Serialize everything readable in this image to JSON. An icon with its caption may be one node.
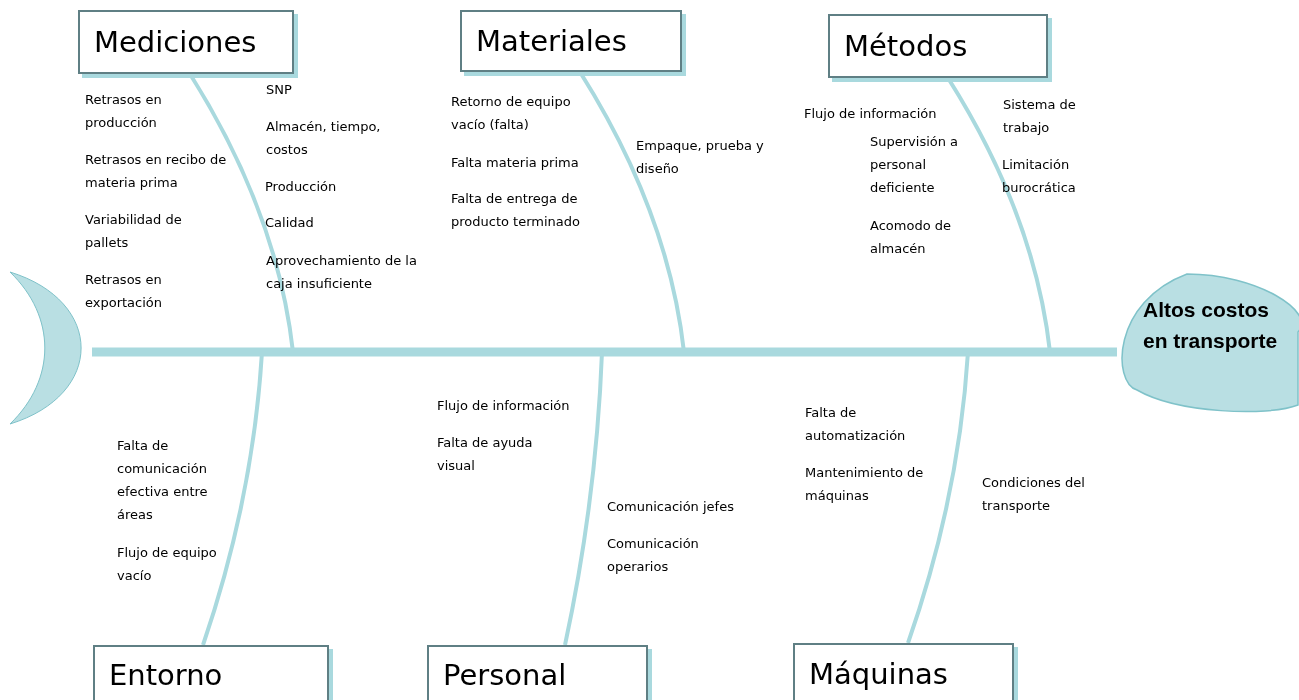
{
  "diagram": {
    "nodes": [
      {
        "text": [
          "Mediciones"
        ]
      },
      {
        "text": [
          "Materiales"
        ]
      },
      {
        "text": [
          "Métodos"
        ]
      },
      {
        "text": [],
        "shape": "crescent"
      },
      {
        "text": [
          "Altos costos en transporte"
        ]
      },
      {
        "text": [
          "Entorno"
        ]
      },
      {
        "text": [
          "Personal"
        ]
      },
      {
        "text": [
          "Máquinas"
        ]
      }
    ],
    "edges": [
      {
        "from": 3,
        "to": 4,
        "arrow": "none",
        "style": "thick"
      },
      {
        "from": 0,
        "to": 4,
        "arrow": "none"
      },
      {
        "from": 1,
        "to": 4,
        "arrow": "none"
      },
      {
        "from": 2,
        "to": 4,
        "arrow": "none"
      },
      {
        "from": 5,
        "to": 4,
        "arrow": "none"
      },
      {
        "from": 6,
        "to": 4,
        "arrow": "none"
      },
      {
        "from": 7,
        "to": 4,
        "arrow": "none"
      }
    ],
    "labels": [
      "Retrasos en producción",
      "Retrasos en recibo de materia prima",
      "Variabilidad de pallets",
      "Retrasos en exportación",
      "SNP",
      "Almacén, tiempo, costos",
      "Producción",
      "Calidad",
      "Aprovechamiento de la caja insuficiente",
      "Retorno de equipo vacío (falta)",
      "Falta materia prima",
      "Falta de entrega de producto terminado",
      "Empaque, prueba y diseño",
      "Flujo de información",
      "Supervisión a personal deficiente",
      "Acomodo de almacén",
      "Sistema de trabajo",
      "Limitación burocrática",
      "Falta de comunicación efectiva entre áreas",
      "Flujo de equipo vacío",
      "Flujo de información",
      "Falta de ayuda visual",
      "Comunicación jefes",
      "Comunicación operarios",
      "Falta de automatización",
      "Mantenimiento de máquinas",
      "Condiciones del transporte"
    ]
  }
}
